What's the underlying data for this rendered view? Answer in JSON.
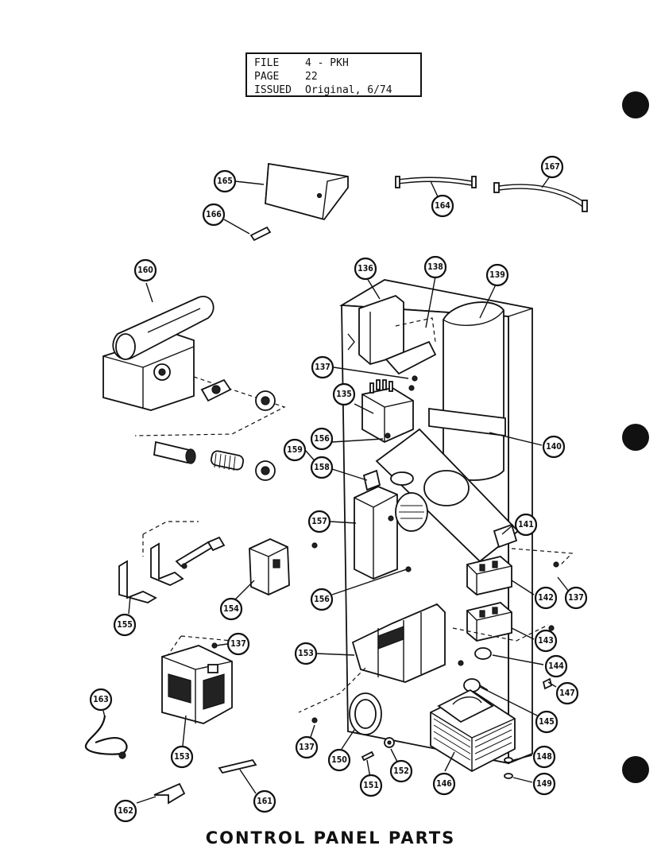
{
  "header": {
    "file_label": "FILE",
    "file_value": "4 - PKH",
    "page_label": "PAGE",
    "page_value": "22",
    "issued_label": "ISSUED",
    "issued_value": "Original, 6/74"
  },
  "title": "CONTROL PANEL PARTS",
  "callouts": [
    {
      "id": "165",
      "label": "165"
    },
    {
      "id": "166",
      "label": "166"
    },
    {
      "id": "164",
      "label": "164"
    },
    {
      "id": "167",
      "label": "167"
    },
    {
      "id": "160",
      "label": "160"
    },
    {
      "id": "136",
      "label": "136"
    },
    {
      "id": "138",
      "label": "138"
    },
    {
      "id": "139",
      "label": "139"
    },
    {
      "id": "137a",
      "label": "137"
    },
    {
      "id": "135",
      "label": "135"
    },
    {
      "id": "156a",
      "label": "156"
    },
    {
      "id": "159",
      "label": "159"
    },
    {
      "id": "158",
      "label": "158"
    },
    {
      "id": "140",
      "label": "140"
    },
    {
      "id": "157",
      "label": "157"
    },
    {
      "id": "141",
      "label": "141"
    },
    {
      "id": "142",
      "label": "142"
    },
    {
      "id": "137b",
      "label": "137"
    },
    {
      "id": "143",
      "label": "143"
    },
    {
      "id": "155",
      "label": "155"
    },
    {
      "id": "154",
      "label": "154"
    },
    {
      "id": "156b",
      "label": "156"
    },
    {
      "id": "137c",
      "label": "137"
    },
    {
      "id": "153a",
      "label": "153"
    },
    {
      "id": "144",
      "label": "144"
    },
    {
      "id": "147",
      "label": "147"
    },
    {
      "id": "145",
      "label": "145"
    },
    {
      "id": "163",
      "label": "163"
    },
    {
      "id": "153b",
      "label": "153"
    },
    {
      "id": "137d",
      "label": "137"
    },
    {
      "id": "150",
      "label": "150"
    },
    {
      "id": "151",
      "label": "151"
    },
    {
      "id": "152",
      "label": "152"
    },
    {
      "id": "146",
      "label": "146"
    },
    {
      "id": "148",
      "label": "148"
    },
    {
      "id": "149",
      "label": "149"
    },
    {
      "id": "162",
      "label": "162"
    },
    {
      "id": "161",
      "label": "161"
    }
  ]
}
